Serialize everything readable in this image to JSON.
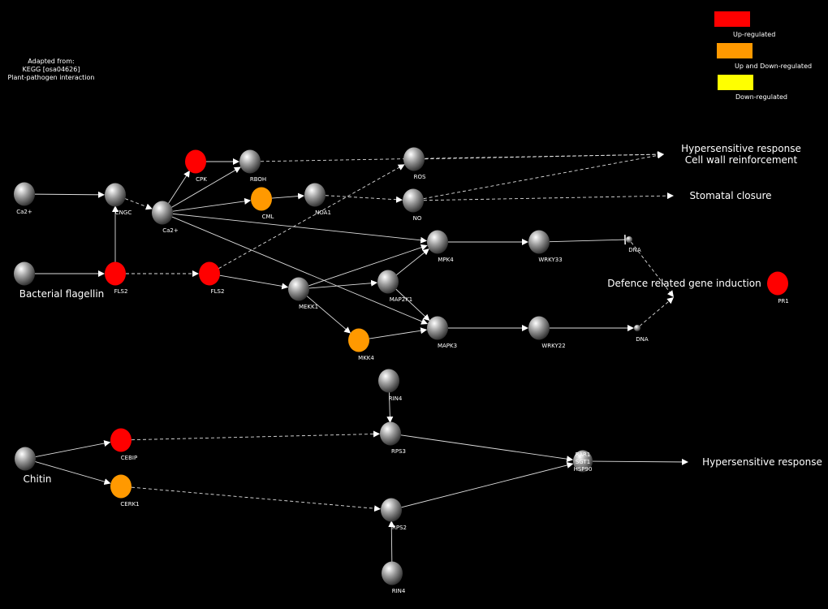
{
  "source_note": [
    "Adapted from:",
    "KEGG [osa04626]",
    "Plant-pathogen interaction"
  ],
  "legend": [
    {
      "label": "Up-regulated",
      "color": "#ff0000"
    },
    {
      "label": "Up and Down-regulated",
      "color": "#ff9900"
    },
    {
      "label": "Down-regulated",
      "color": "#ffff00"
    }
  ],
  "colors": {
    "up": "#ff0000",
    "updown": "#ff9900",
    "down": "#ffff00",
    "edge": "#dddddd"
  },
  "nodes": [
    {
      "id": "ca_in",
      "label": "Ca2+",
      "status": "none"
    },
    {
      "id": "cngc",
      "label": "CNGC",
      "status": "none"
    },
    {
      "id": "ca2",
      "label": "Ca2+",
      "status": "none"
    },
    {
      "id": "cpk",
      "label": "CPK",
      "status": "up"
    },
    {
      "id": "rboh",
      "label": "RBOH",
      "status": "none"
    },
    {
      "id": "cml",
      "label": "CML",
      "status": "updown"
    },
    {
      "id": "noa1",
      "label": "NOA1",
      "status": "none"
    },
    {
      "id": "ros",
      "label": "ROS",
      "status": "none"
    },
    {
      "id": "no",
      "label": "NO",
      "status": "none"
    },
    {
      "id": "bflag",
      "label": "",
      "status": "none"
    },
    {
      "id": "fls2a",
      "label": "FLS2",
      "status": "up"
    },
    {
      "id": "fls2b",
      "label": "FLS2",
      "status": "up"
    },
    {
      "id": "mekk1",
      "label": "MEKK1",
      "status": "none"
    },
    {
      "id": "map2k1",
      "label": "MAP2K1",
      "status": "none"
    },
    {
      "id": "mpk4",
      "label": "MPK4",
      "status": "none"
    },
    {
      "id": "wrky33",
      "label": "WRKY33",
      "status": "none"
    },
    {
      "id": "dna1",
      "label": "DNA",
      "status": "small"
    },
    {
      "id": "mkk4",
      "label": "MKK4",
      "status": "updown"
    },
    {
      "id": "mapk3",
      "label": "MAPK3",
      "status": "none"
    },
    {
      "id": "wrky22",
      "label": "WRKY22",
      "status": "none"
    },
    {
      "id": "dna2",
      "label": "DNA",
      "status": "small"
    },
    {
      "id": "pr1",
      "label": "PR1",
      "status": "up"
    },
    {
      "id": "rin4a",
      "label": "RIN4",
      "status": "none"
    },
    {
      "id": "rps3",
      "label": "RPS3",
      "status": "none"
    },
    {
      "id": "chitin",
      "label": "",
      "status": "none"
    },
    {
      "id": "cebip",
      "label": "CEBIP",
      "status": "up"
    },
    {
      "id": "cerk1",
      "label": "CERK1",
      "status": "updown"
    },
    {
      "id": "rps2",
      "label": "RPS2",
      "status": "none"
    },
    {
      "id": "rin4b",
      "label": "RIN4",
      "status": "none"
    },
    {
      "id": "hsp",
      "label": "RAR1\nSGT1\nHSP90",
      "status": "none"
    }
  ],
  "annotations": [
    {
      "id": "bflag_text",
      "text": "Bacterial flagellin"
    },
    {
      "id": "chitin_text",
      "text": "Chitin"
    },
    {
      "id": "hr_cw",
      "text": "Hypersensitive response\nCell wall reinforcement"
    },
    {
      "id": "stom",
      "text": "Stomatal closure"
    },
    {
      "id": "defence",
      "text": "Defence related gene induction"
    },
    {
      "id": "hr2",
      "text": "Hypersensitive response"
    }
  ],
  "edges": [
    {
      "from": "ca_in",
      "to": "cngc",
      "style": "solid"
    },
    {
      "from": "cngc",
      "to": "ca2",
      "style": "dashed"
    },
    {
      "from": "fls2a",
      "to": "cngc",
      "style": "solid"
    },
    {
      "from": "bflag",
      "to": "fls2a",
      "style": "solid"
    },
    {
      "from": "fls2a",
      "to": "fls2b",
      "style": "dashed"
    },
    {
      "from": "ca2",
      "to": "cpk",
      "style": "solid"
    },
    {
      "from": "ca2",
      "to": "rboh",
      "style": "solid"
    },
    {
      "from": "ca2",
      "to": "cml",
      "style": "solid"
    },
    {
      "from": "ca2",
      "to": "mpk4",
      "style": "solid"
    },
    {
      "from": "ca2",
      "to": "mapk3",
      "style": "solid"
    },
    {
      "from": "cpk",
      "to": "rboh",
      "style": "solid"
    },
    {
      "from": "rboh",
      "to": "hr_cw",
      "style": "dashed"
    },
    {
      "from": "cml",
      "to": "noa1",
      "style": "solid"
    },
    {
      "from": "noa1",
      "to": "no",
      "style": "dashed"
    },
    {
      "from": "ros",
      "to": "hr_cw",
      "style": "dashed"
    },
    {
      "from": "no",
      "to": "hr_cw",
      "style": "dashed"
    },
    {
      "from": "no",
      "to": "stom",
      "style": "dashed"
    },
    {
      "from": "fls2b",
      "to": "ros",
      "style": "dashed"
    },
    {
      "from": "fls2b",
      "to": "mekk1",
      "style": "solid"
    },
    {
      "from": "mekk1",
      "to": "map2k1",
      "style": "solid"
    },
    {
      "from": "mekk1",
      "to": "mpk4",
      "style": "solid"
    },
    {
      "from": "mekk1",
      "to": "mkk4",
      "style": "solid"
    },
    {
      "from": "map2k1",
      "to": "mpk4",
      "style": "solid"
    },
    {
      "from": "map2k1",
      "to": "mapk3",
      "style": "solid"
    },
    {
      "from": "mkk4",
      "to": "mapk3",
      "style": "solid"
    },
    {
      "from": "mpk4",
      "to": "wrky33",
      "style": "solid"
    },
    {
      "from": "wrky33",
      "to": "dna1",
      "style": "inhibit"
    },
    {
      "from": "mapk3",
      "to": "wrky22",
      "style": "solid"
    },
    {
      "from": "wrky22",
      "to": "dna2",
      "style": "solid"
    },
    {
      "from": "dna1",
      "to": "defence",
      "style": "dashed"
    },
    {
      "from": "dna2",
      "to": "defence",
      "style": "dashed"
    },
    {
      "from": "rin4a",
      "to": "rps3",
      "style": "solid"
    },
    {
      "from": "chitin",
      "to": "cebip",
      "style": "solid"
    },
    {
      "from": "chitin",
      "to": "cerk1",
      "style": "solid"
    },
    {
      "from": "cebip",
      "to": "rps3",
      "style": "dashed"
    },
    {
      "from": "cerk1",
      "to": "rps2",
      "style": "dashed"
    },
    {
      "from": "rps3",
      "to": "hsp",
      "style": "solid"
    },
    {
      "from": "rps2",
      "to": "hsp",
      "style": "solid"
    },
    {
      "from": "rin4b",
      "to": "rps2",
      "style": "solid"
    },
    {
      "from": "hsp",
      "to": "hr2",
      "style": "solid"
    }
  ]
}
